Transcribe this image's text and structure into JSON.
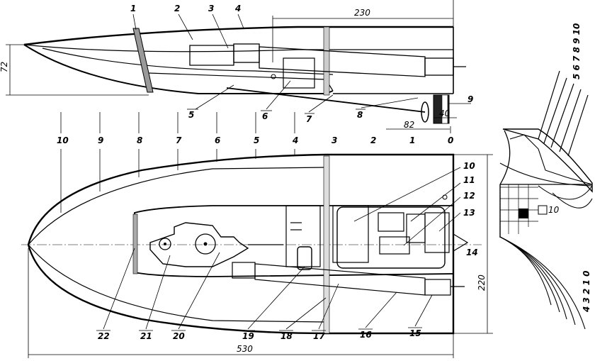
{
  "diagram": {
    "side_view_callouts": [
      "1",
      "2",
      "3",
      "4",
      "5",
      "6",
      "7",
      "8",
      "9"
    ],
    "plan_view_callouts": [
      "10",
      "11",
      "12",
      "13",
      "14",
      "15",
      "16",
      "17",
      "18",
      "19",
      "20",
      "21",
      "22"
    ],
    "station_numbers": [
      "10",
      "9",
      "8",
      "7",
      "6",
      "5",
      "4",
      "3",
      "2",
      "1",
      "0"
    ],
    "dimensions": {
      "overall_length": "530",
      "beam": "220",
      "height": "72",
      "forward_length": "230",
      "prop_offset": "82",
      "rudder_width": "40"
    },
    "body_plan": {
      "right_station_labels": "5 6 7 8 9 10",
      "bottom_station_labels": "4 3 2 1 0",
      "grid_label": "10"
    }
  }
}
